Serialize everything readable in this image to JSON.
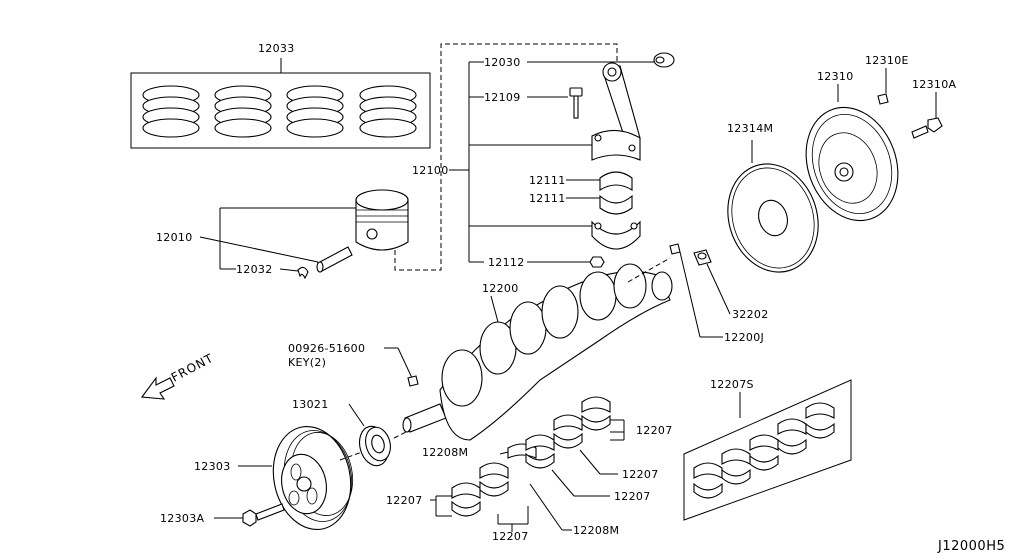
{
  "diagram_code": "J12000H5",
  "front_label": "FRONT",
  "parts": {
    "p12033": "12033",
    "p12030": "12030",
    "p12109": "12109",
    "p12100": "12100",
    "p12111a": "12111",
    "p12111b": "12111",
    "p12112": "12112",
    "p12010": "12010",
    "p12032": "12032",
    "p12200": "12200",
    "p32202": "32202",
    "p12200J": "12200J",
    "p12310E": "12310E",
    "p12310": "12310",
    "p12310A": "12310A",
    "p12314M": "12314M",
    "p00926": "00926-51600",
    "key2": "KEY(2)",
    "p13021": "13021",
    "p12303": "12303",
    "p12303A": "12303A",
    "p12208Ma": "12208M",
    "p12208Mb": "12208M",
    "p12207a": "12207",
    "p12207b": "12207",
    "p12207c": "12207",
    "p12207d": "12207",
    "p12207e": "12207",
    "p12207S": "12207S"
  }
}
